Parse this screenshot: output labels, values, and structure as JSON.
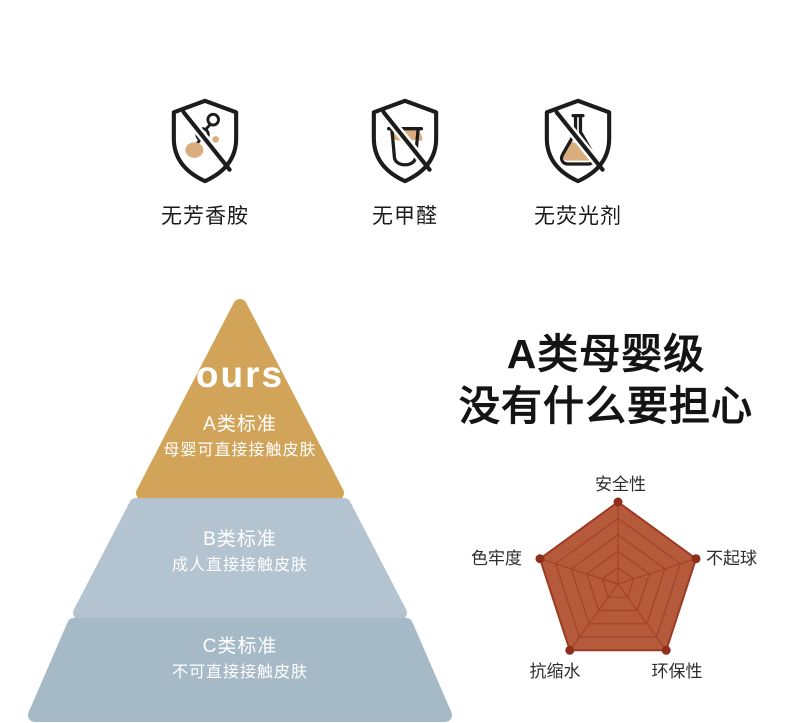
{
  "badges": [
    {
      "icon": "no-aromatic-amines-icon",
      "label": "无芳香胺"
    },
    {
      "icon": "no-formaldehyde-icon",
      "label": "无甲醛"
    },
    {
      "icon": "no-fluorescent-icon",
      "label": "无荧光剂"
    }
  ],
  "icons": {
    "outline_color": "#1c1c1c",
    "accent_color": "#d9ad7e"
  },
  "pyramid": {
    "brand": "ours",
    "levels": [
      {
        "grade": "A类标准",
        "desc": "母婴可直接接触皮肤",
        "color": "#d2a459"
      },
      {
        "grade": "B类标准",
        "desc": "成人直接接触皮肤",
        "color": "#b3c3d0"
      },
      {
        "grade": "C类标准",
        "desc": "不可直接接触皮肤",
        "color": "#a6b9c7"
      }
    ]
  },
  "headline": {
    "line1": "A类母婴级",
    "line2": "没有什么要担心"
  },
  "chart_data": {
    "type": "radar",
    "title": "",
    "categories": [
      "安全性",
      "不起球",
      "环保性",
      "抗缩水",
      "色牢度"
    ],
    "values": [
      5,
      5,
      5,
      5,
      5
    ],
    "max": 5,
    "grid_levels": 5,
    "legend": "none",
    "fill_color": "#b65a3c",
    "grid_color": "#a4412a",
    "outline_color": "#9c3a23",
    "dot_color": "#8e2f1c"
  }
}
